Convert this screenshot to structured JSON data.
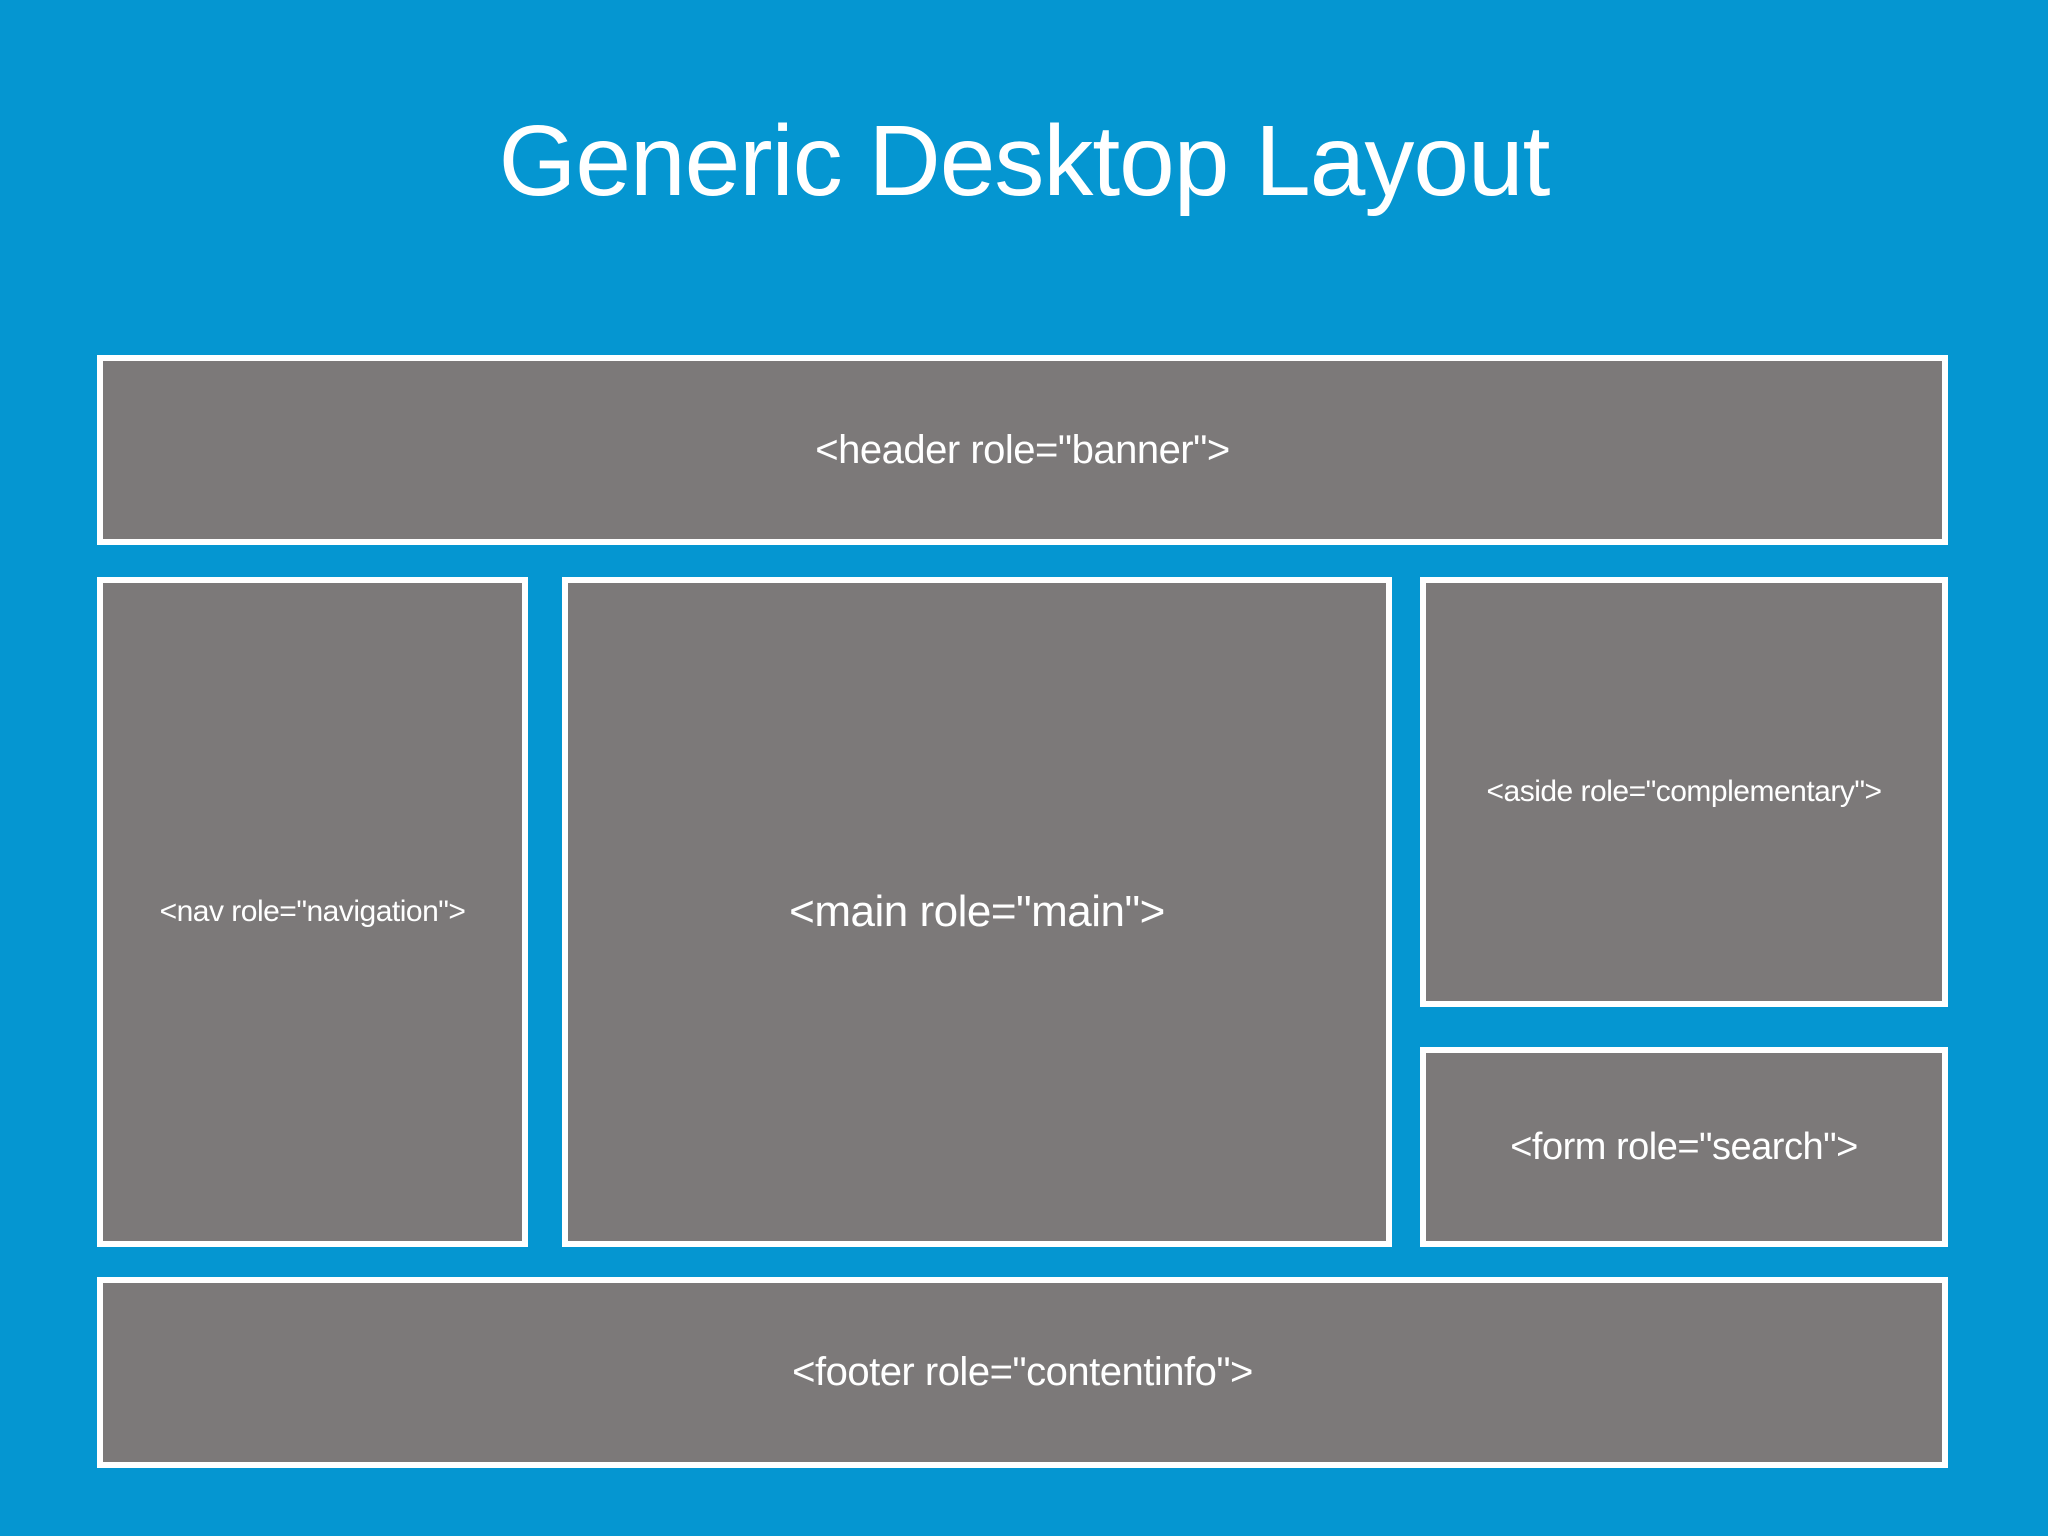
{
  "slide": {
    "title": "Generic Desktop Layout"
  },
  "colors": {
    "background": "#0596d1",
    "box_fill": "#7c7979",
    "box_border": "#ffffff",
    "text": "#ffffff"
  },
  "layout_boxes": {
    "header": {
      "label": "<header role=\"banner\">"
    },
    "nav": {
      "label": "<nav role=\"navigation\">"
    },
    "main": {
      "label": "<main role=\"main\">"
    },
    "aside": {
      "label": "<aside role=\"complementary\">"
    },
    "form": {
      "label": "<form role=\"search\">"
    },
    "footer": {
      "label": "<footer role=\"contentinfo\">"
    }
  }
}
